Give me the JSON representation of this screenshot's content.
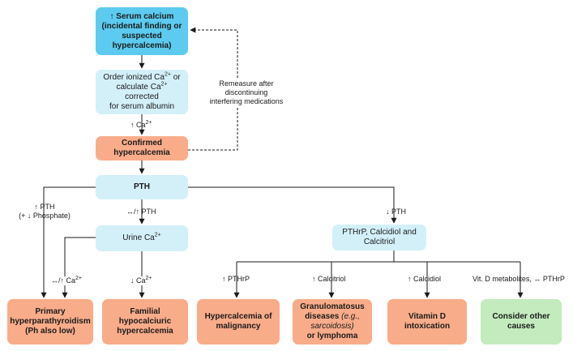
{
  "nodes": {
    "serum_calcium": {
      "l1": "↑ Serum calcium",
      "l2": "(incidental finding or",
      "l3": "suspected",
      "l4": "hypercalcemia)"
    },
    "order_ionized": {
      "l1a": "Order ionized Ca",
      "l1sup": "2+",
      "l1b": " or",
      "l2a": "calculate Ca",
      "l2sup": "2+",
      "l2b": " corrected",
      "l3": "for serum albumin"
    },
    "confirmed": {
      "l1": "Confirmed",
      "l2": "hypercalcemia"
    },
    "pth": {
      "l1": "PTH"
    },
    "urine_ca": {
      "a": "Urine Ca",
      "sup": "2+"
    },
    "pthrp_panel": {
      "l1": "PTHrP, Calcidiol and",
      "l2": "Calcitriol"
    },
    "primary_hpt": {
      "l1": "Primary",
      "l2": "hyperparathyroidism",
      "l3": "(Ph also low)"
    },
    "fhh": {
      "l1": "Familial",
      "l2": "hypocalciuric",
      "l3": "hypercalcemia"
    },
    "malignancy": {
      "l1": "Hypercalcemia of",
      "l2": "malignancy"
    },
    "granulomatous": {
      "l1": "Granulomatosus",
      "l2a": "diseases ",
      "l2b": "(e.g.,",
      "l3": "sarcoidosis)",
      "l4": "or lymphoma"
    },
    "vitd": {
      "l1": "Vitamin D",
      "l2": "intoxication"
    },
    "other": {
      "l1": "Consider other",
      "l2": "causes"
    }
  },
  "edge_labels": {
    "remeasure": {
      "l1": "Remeasure after",
      "l2": "discontinuing",
      "l3": "interfering medications"
    },
    "up_ca": {
      "a": "↑ Ca",
      "sup": "2+"
    },
    "up_pth": {
      "l1": "↑ PTH",
      "l2": "(+ ↓ Phosphate)"
    },
    "normal_up_pth": "↔/↑ PTH",
    "down_pth": "↓ PTH",
    "normal_up_ca": {
      "a": "↔/↑ Ca",
      "sup": "2+"
    },
    "down_ca": {
      "a": "↓ Ca",
      "sup": "2+"
    },
    "up_pthrp": "↑ PTHrP",
    "up_calcitriol": "↑ Calcitriol",
    "up_calcidiol": "↑ Calcidiol",
    "vitd_metabolites": "Vit. D metabolites, ↔ PTHrP"
  },
  "colors": {
    "start": "#5ccbef",
    "test": "#d3f0f9",
    "diagnosis": "#f9ac8a",
    "other": "#c3ebbd",
    "line": "#1a1a1a"
  }
}
